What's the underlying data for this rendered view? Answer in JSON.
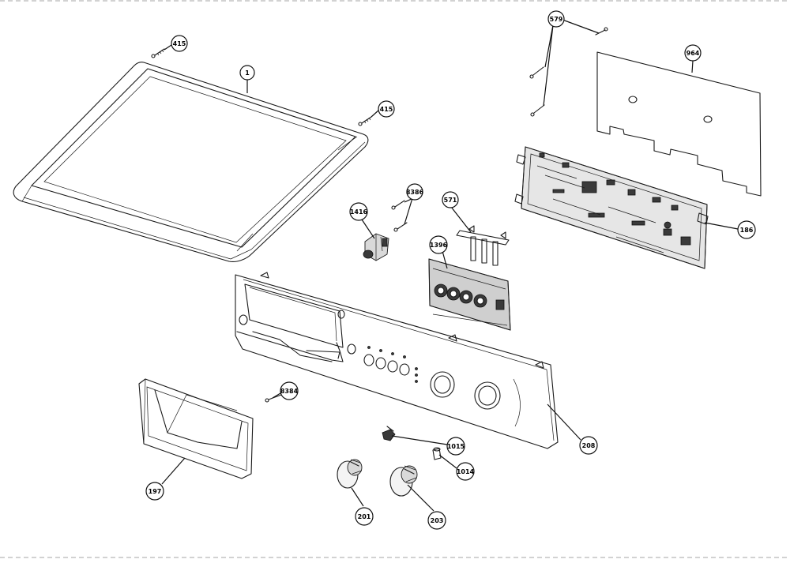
{
  "callouts": [
    {
      "id": "c415a",
      "label": "415"
    },
    {
      "id": "c1",
      "label": "1"
    },
    {
      "id": "c415b",
      "label": "415"
    },
    {
      "id": "c579",
      "label": "579"
    },
    {
      "id": "c964",
      "label": "964"
    },
    {
      "id": "c186",
      "label": "186"
    },
    {
      "id": "c1416",
      "label": "1416"
    },
    {
      "id": "c8386",
      "label": "8386"
    },
    {
      "id": "c571",
      "label": "571"
    },
    {
      "id": "c1396",
      "label": "1396"
    },
    {
      "id": "c8384",
      "label": "8384"
    },
    {
      "id": "c208",
      "label": "208"
    },
    {
      "id": "c197",
      "label": "197"
    },
    {
      "id": "c1015",
      "label": "1015"
    },
    {
      "id": "c1014",
      "label": "1014"
    },
    {
      "id": "c201",
      "label": "201"
    },
    {
      "id": "c203",
      "label": "203"
    }
  ]
}
